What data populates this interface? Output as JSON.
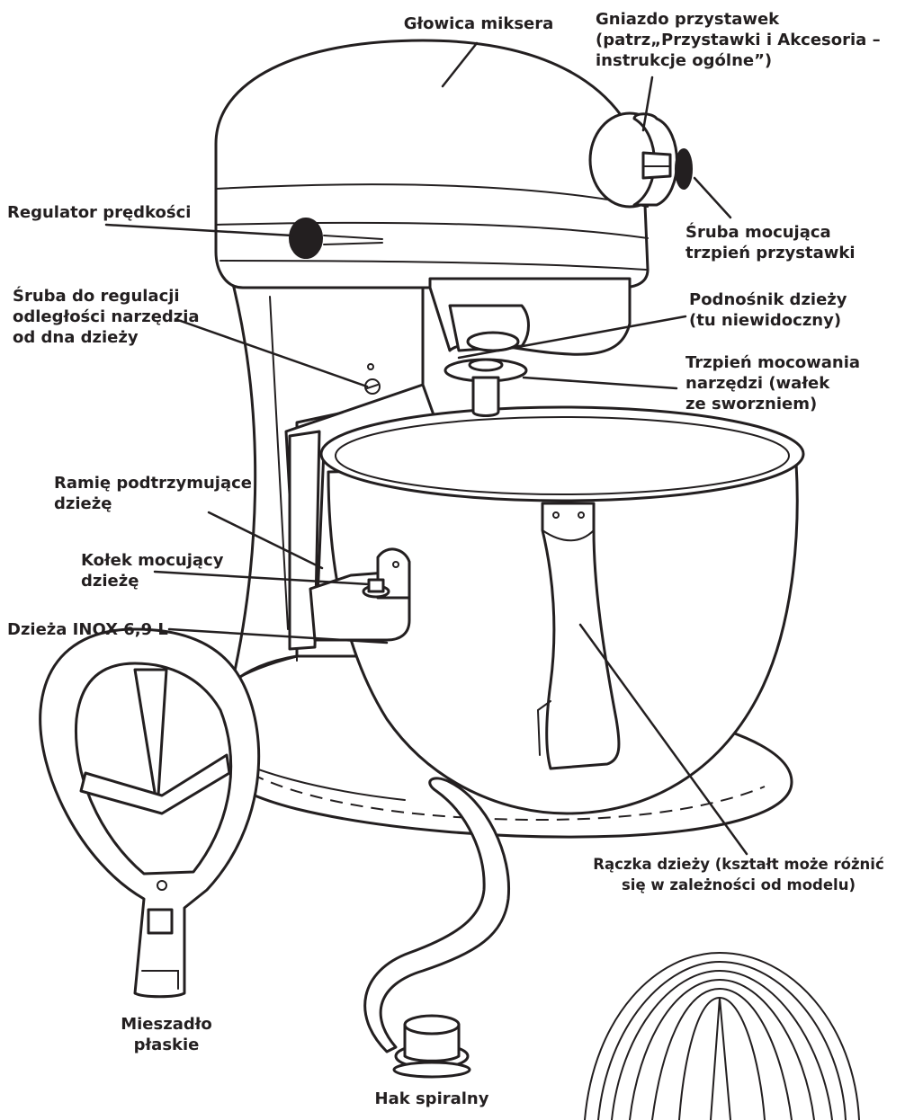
{
  "labels": {
    "mixer_head": "Głowica miksera",
    "attachment_hub": "Gniazdo przystawek\n(patrz„Przystawki i Akcesoria –\ninstrukcje ogólne”)",
    "attachment_knob": "Śruba mocująca\ntrzpień przystawki",
    "speed_control": "Regulator prędkości",
    "clearance_screw": "Śruba do regulacji\nodległości narzędzia\nod dna dzieży",
    "bowl_lift": "Podnośnik dzieży\n(tu niewidoczny)",
    "beater_shaft": "Trzpień mocowania\nnarzędzi (wałek\nze sworzniem)",
    "bowl_support": "Ramię podtrzymujące\ndzieżę",
    "locating_pin": "Kołek mocujący\ndzieżę",
    "bowl": "Dzieża INOX 6,9 L",
    "bowl_handle": "Rączka dzieży (kształt może różnić\nsię w zależności od modelu)",
    "flat_beater": "Mieszadło\npłaskie",
    "dough_hook": "Hak spiralny"
  },
  "colors": {
    "ink": "#231f20",
    "background": "#ffffff"
  }
}
